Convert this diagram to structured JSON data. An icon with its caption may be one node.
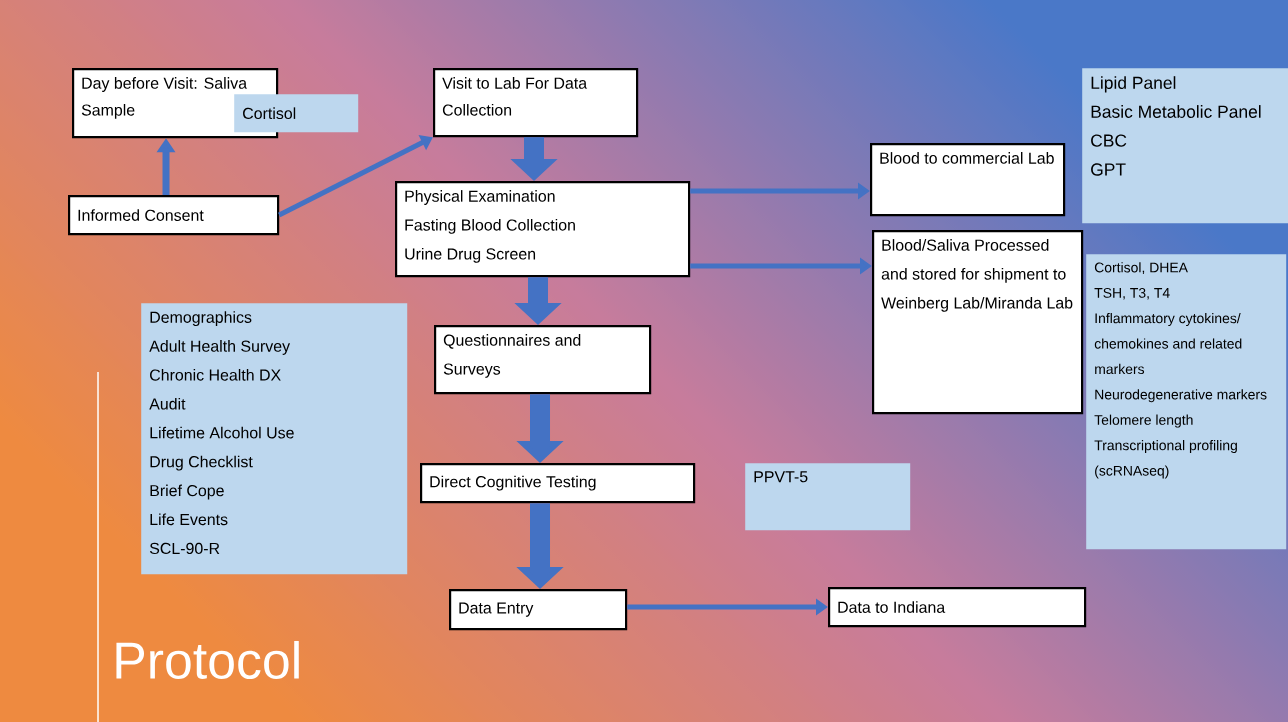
{
  "diagram": {
    "title": "Protocol",
    "nodes": [
      {
        "text": [
          "Day before Visit: Saliva Sample"
        ]
      },
      {
        "text": [
          "Cortisol"
        ]
      },
      {
        "text": [
          "Informed Consent"
        ]
      },
      {
        "text": [
          "Visit to Lab For Data Collection"
        ]
      },
      {
        "text": [
          "Physical Examination",
          "Fasting Blood Collection",
          "Urine Drug Screen"
        ]
      },
      {
        "text": [
          "Blood to commercial Lab"
        ]
      },
      {
        "text": [
          "Lipid Panel",
          "Basic Metabolic Panel",
          "CBC",
          "GPT"
        ]
      },
      {
        "text": [
          "Blood/Saliva Processed and stored for shipment to Weinberg Lab/Miranda Lab"
        ]
      },
      {
        "text": [
          "Cortisol, DHEA",
          "TSH, T3, T4",
          "Inflammatory cytokines/ chemokines and related markers",
          "Neurodegenerative markers",
          "Telomere length",
          "Transcriptional profiling (scRNAseq)"
        ]
      },
      {
        "text": [
          "Demographics",
          "Adult Health Survey",
          "Chronic Health DX",
          "Audit",
          "Lifetime Alcohol Use",
          "Drug Checklist",
          "Brief Cope",
          "Life Events",
          "SCL-90-R"
        ]
      },
      {
        "text": [
          "Questionnaires and Surveys"
        ]
      },
      {
        "text": [
          "Direct Cognitive Testing"
        ]
      },
      {
        "text": [
          "PPVT-5"
        ]
      },
      {
        "text": [
          "Data Entry"
        ]
      },
      {
        "text": [
          "Data to Indiana"
        ]
      }
    ],
    "edges": [
      {
        "from": 2,
        "to": 0,
        "arrow": "to"
      },
      {
        "from": 2,
        "to": 3,
        "arrow": "to"
      },
      {
        "from": 3,
        "to": 4,
        "arrow": "to",
        "style": "thick"
      },
      {
        "from": 4,
        "to": 5,
        "arrow": "to"
      },
      {
        "from": 4,
        "to": 7,
        "arrow": "to"
      },
      {
        "from": 4,
        "to": 10,
        "arrow": "to",
        "style": "thick"
      },
      {
        "from": 10,
        "to": 11,
        "arrow": "to",
        "style": "thick"
      },
      {
        "from": 11,
        "to": 13,
        "arrow": "to",
        "style": "thick"
      },
      {
        "from": 13,
        "to": 14,
        "arrow": "to"
      }
    ]
  }
}
